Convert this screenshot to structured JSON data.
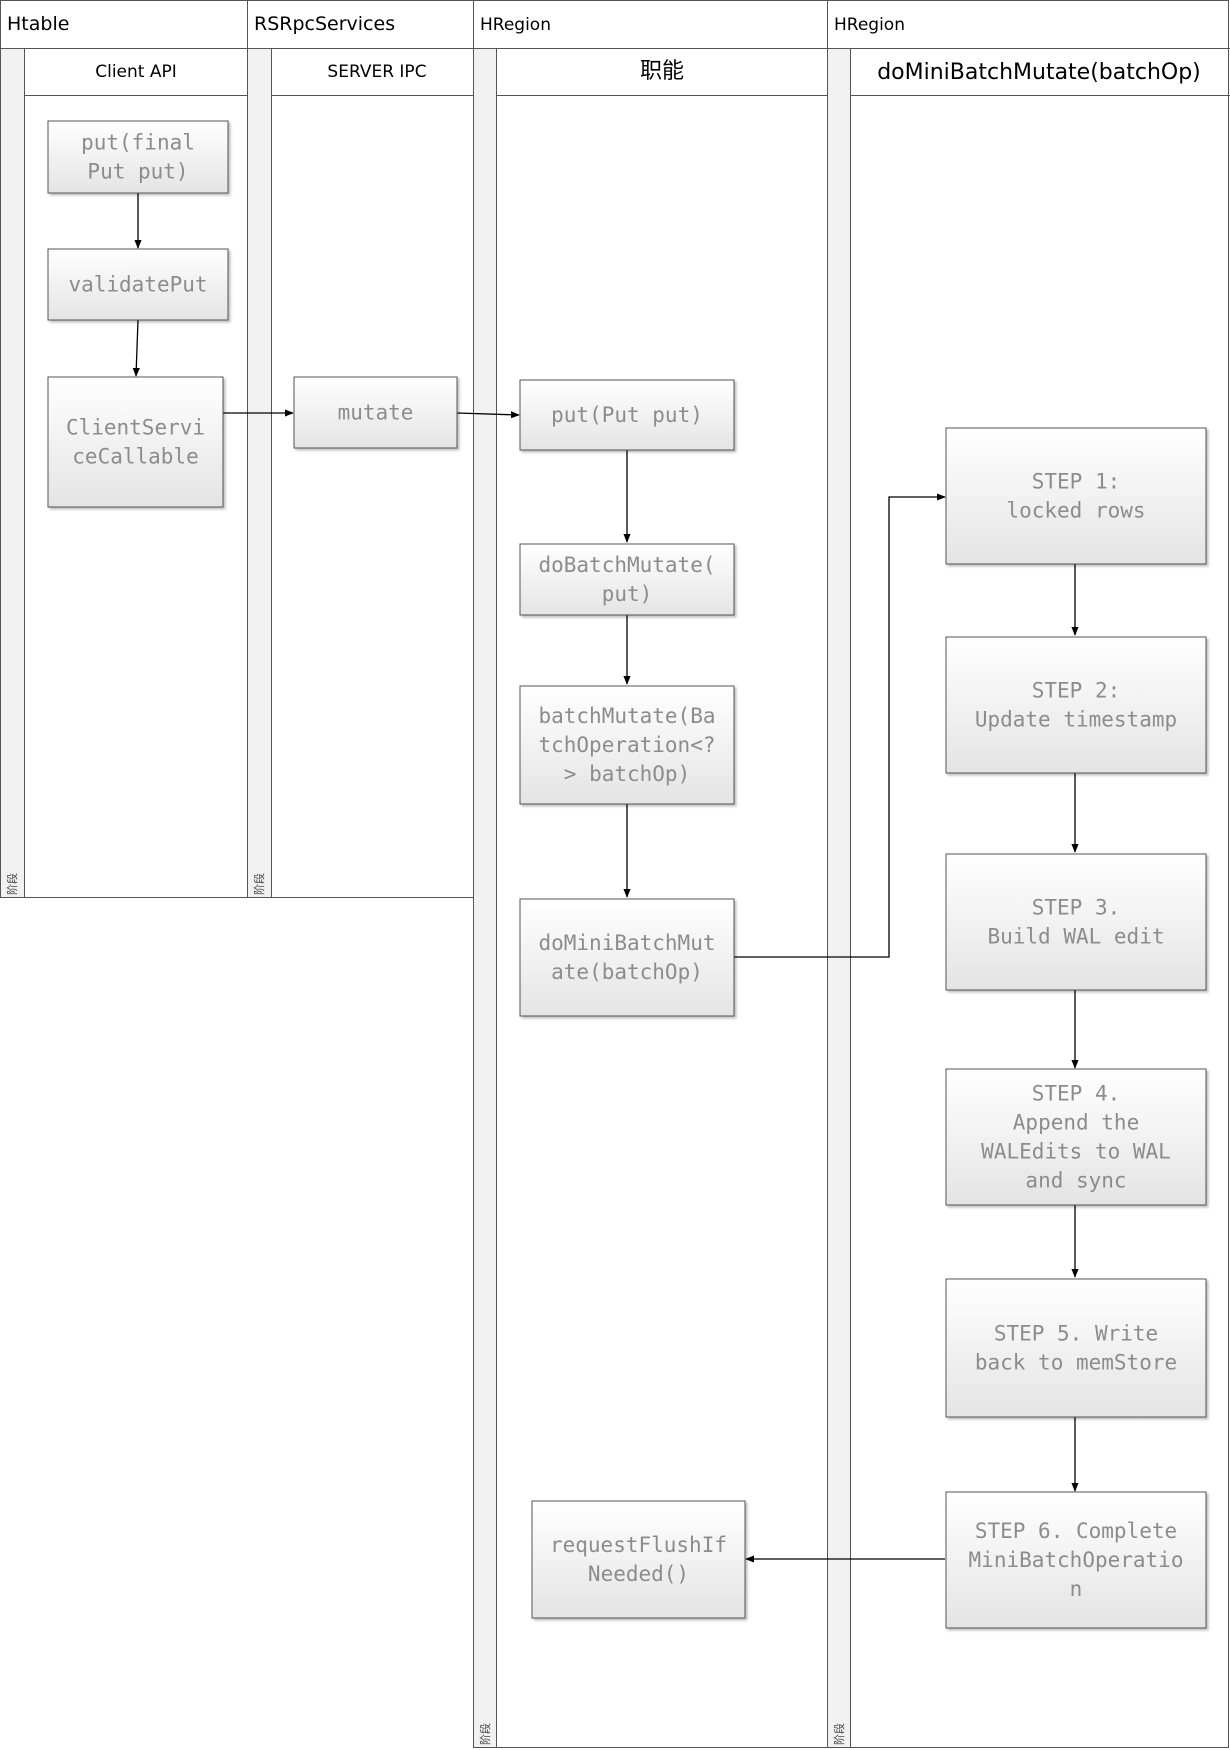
{
  "lanes": [
    {
      "title": "Htable",
      "column_header": "Client API",
      "phase_label": "阶段"
    },
    {
      "title": "RSRpcServices",
      "column_header": "SERVER IPC",
      "phase_label": "阶段"
    },
    {
      "title": "HRegion",
      "column_header": "职能",
      "phase_label": "阶段"
    },
    {
      "title": "HRegion",
      "column_header": "doMiniBatchMutate(batchOp)",
      "phase_label": "阶段"
    }
  ],
  "nodes": [
    {
      "id": "n_put",
      "lines": [
        "put(final",
        "Put put)"
      ]
    },
    {
      "id": "n_validate",
      "lines": [
        "validatePut"
      ]
    },
    {
      "id": "n_callable",
      "lines": [
        "ClientServi",
        "ceCallable"
      ]
    },
    {
      "id": "n_mutate",
      "lines": [
        "mutate"
      ]
    },
    {
      "id": "n_hput",
      "lines": [
        "put(Put put)"
      ]
    },
    {
      "id": "n_dobatch",
      "lines": [
        "doBatchMutate(",
        "put)"
      ]
    },
    {
      "id": "n_batchmutate",
      "lines": [
        "batchMutate(Ba",
        "tchOperation<?",
        "> batchOp)"
      ]
    },
    {
      "id": "n_domini",
      "lines": [
        "doMiniBatchMut",
        "ate(batchOp)"
      ]
    },
    {
      "id": "n_flush",
      "lines": [
        "requestFlushIf",
        "Needed()"
      ]
    },
    {
      "id": "n_s1",
      "lines": [
        "STEP 1:",
        "locked rows"
      ]
    },
    {
      "id": "n_s2",
      "lines": [
        "STEP 2:",
        "Update timestamp"
      ]
    },
    {
      "id": "n_s3",
      "lines": [
        "STEP 3.",
        "Build WAL edit"
      ]
    },
    {
      "id": "n_s4",
      "lines": [
        "STEP 4.",
        "Append the",
        "WALEdits to WAL",
        "and sync"
      ]
    },
    {
      "id": "n_s5",
      "lines": [
        "STEP 5. Write",
        "back to memStore"
      ]
    },
    {
      "id": "n_s6",
      "lines": [
        "STEP 6. Complete",
        "MiniBatchOperatio",
        "n"
      ]
    }
  ],
  "edges": [
    {
      "from": "n_put",
      "to": "n_validate"
    },
    {
      "from": "n_validate",
      "to": "n_callable"
    },
    {
      "from": "n_callable",
      "to": "n_mutate"
    },
    {
      "from": "n_mutate",
      "to": "n_hput"
    },
    {
      "from": "n_hput",
      "to": "n_dobatch"
    },
    {
      "from": "n_dobatch",
      "to": "n_batchmutate"
    },
    {
      "from": "n_batchmutate",
      "to": "n_domini"
    },
    {
      "from": "n_domini",
      "to": "n_s1"
    },
    {
      "from": "n_s1",
      "to": "n_s2"
    },
    {
      "from": "n_s2",
      "to": "n_s3"
    },
    {
      "from": "n_s3",
      "to": "n_s4"
    },
    {
      "from": "n_s4",
      "to": "n_s5"
    },
    {
      "from": "n_s5",
      "to": "n_s6"
    },
    {
      "from": "n_s6",
      "to": "n_flush"
    }
  ],
  "colors": {
    "node_fill_top": "#ffffff",
    "node_fill_bottom": "#e4e4e4",
    "node_border": "#555555",
    "node_text": "#8c8c8c",
    "lane_border": "#555555",
    "phase_strip_fill": "#f1f1f1",
    "edge": "#000000"
  }
}
